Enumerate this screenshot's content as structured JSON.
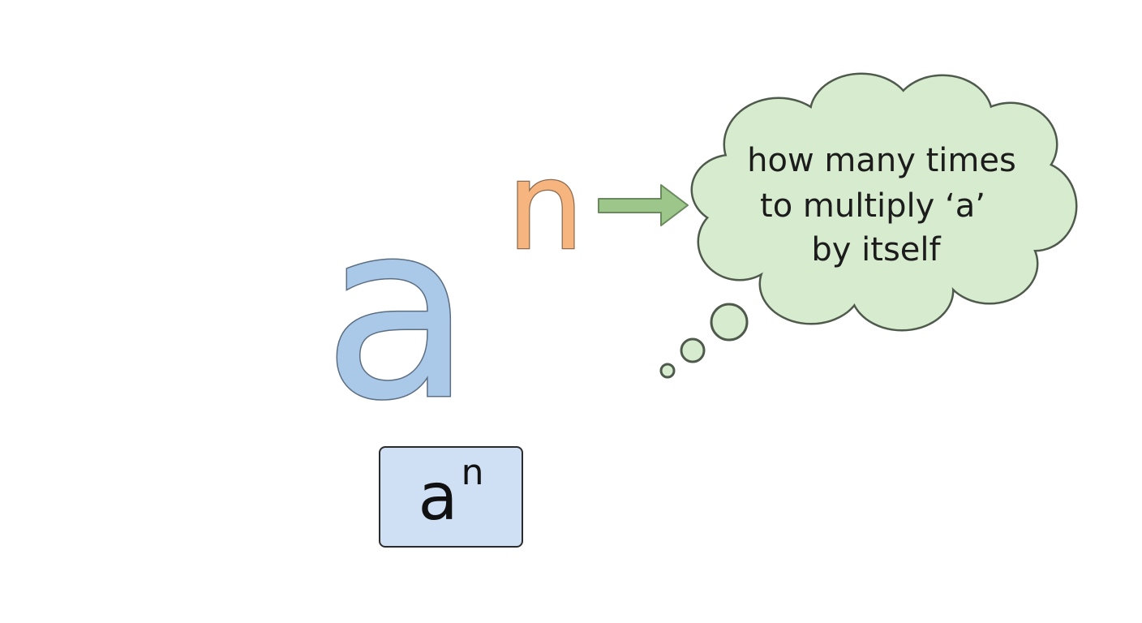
{
  "base": "a",
  "exponent": "n",
  "thought": {
    "lines": [
      "how many times",
      "to multiply ‘a’",
      "by itself"
    ]
  },
  "notation": {
    "base": "a",
    "exponent": "n"
  },
  "colors": {
    "base_fill": "#aac8e8",
    "base_stroke": "#5c6e82",
    "exponent_fill": "#f6b47e",
    "exponent_stroke": "#8a6a50",
    "arrow_fill": "#9cc68a",
    "arrow_stroke": "#6a8a5e",
    "cloud_fill": "#d7ebcf",
    "cloud_stroke": "#4e5a4c",
    "box_fill": "#cfe0f4",
    "box_stroke": "#2b2b2b"
  }
}
